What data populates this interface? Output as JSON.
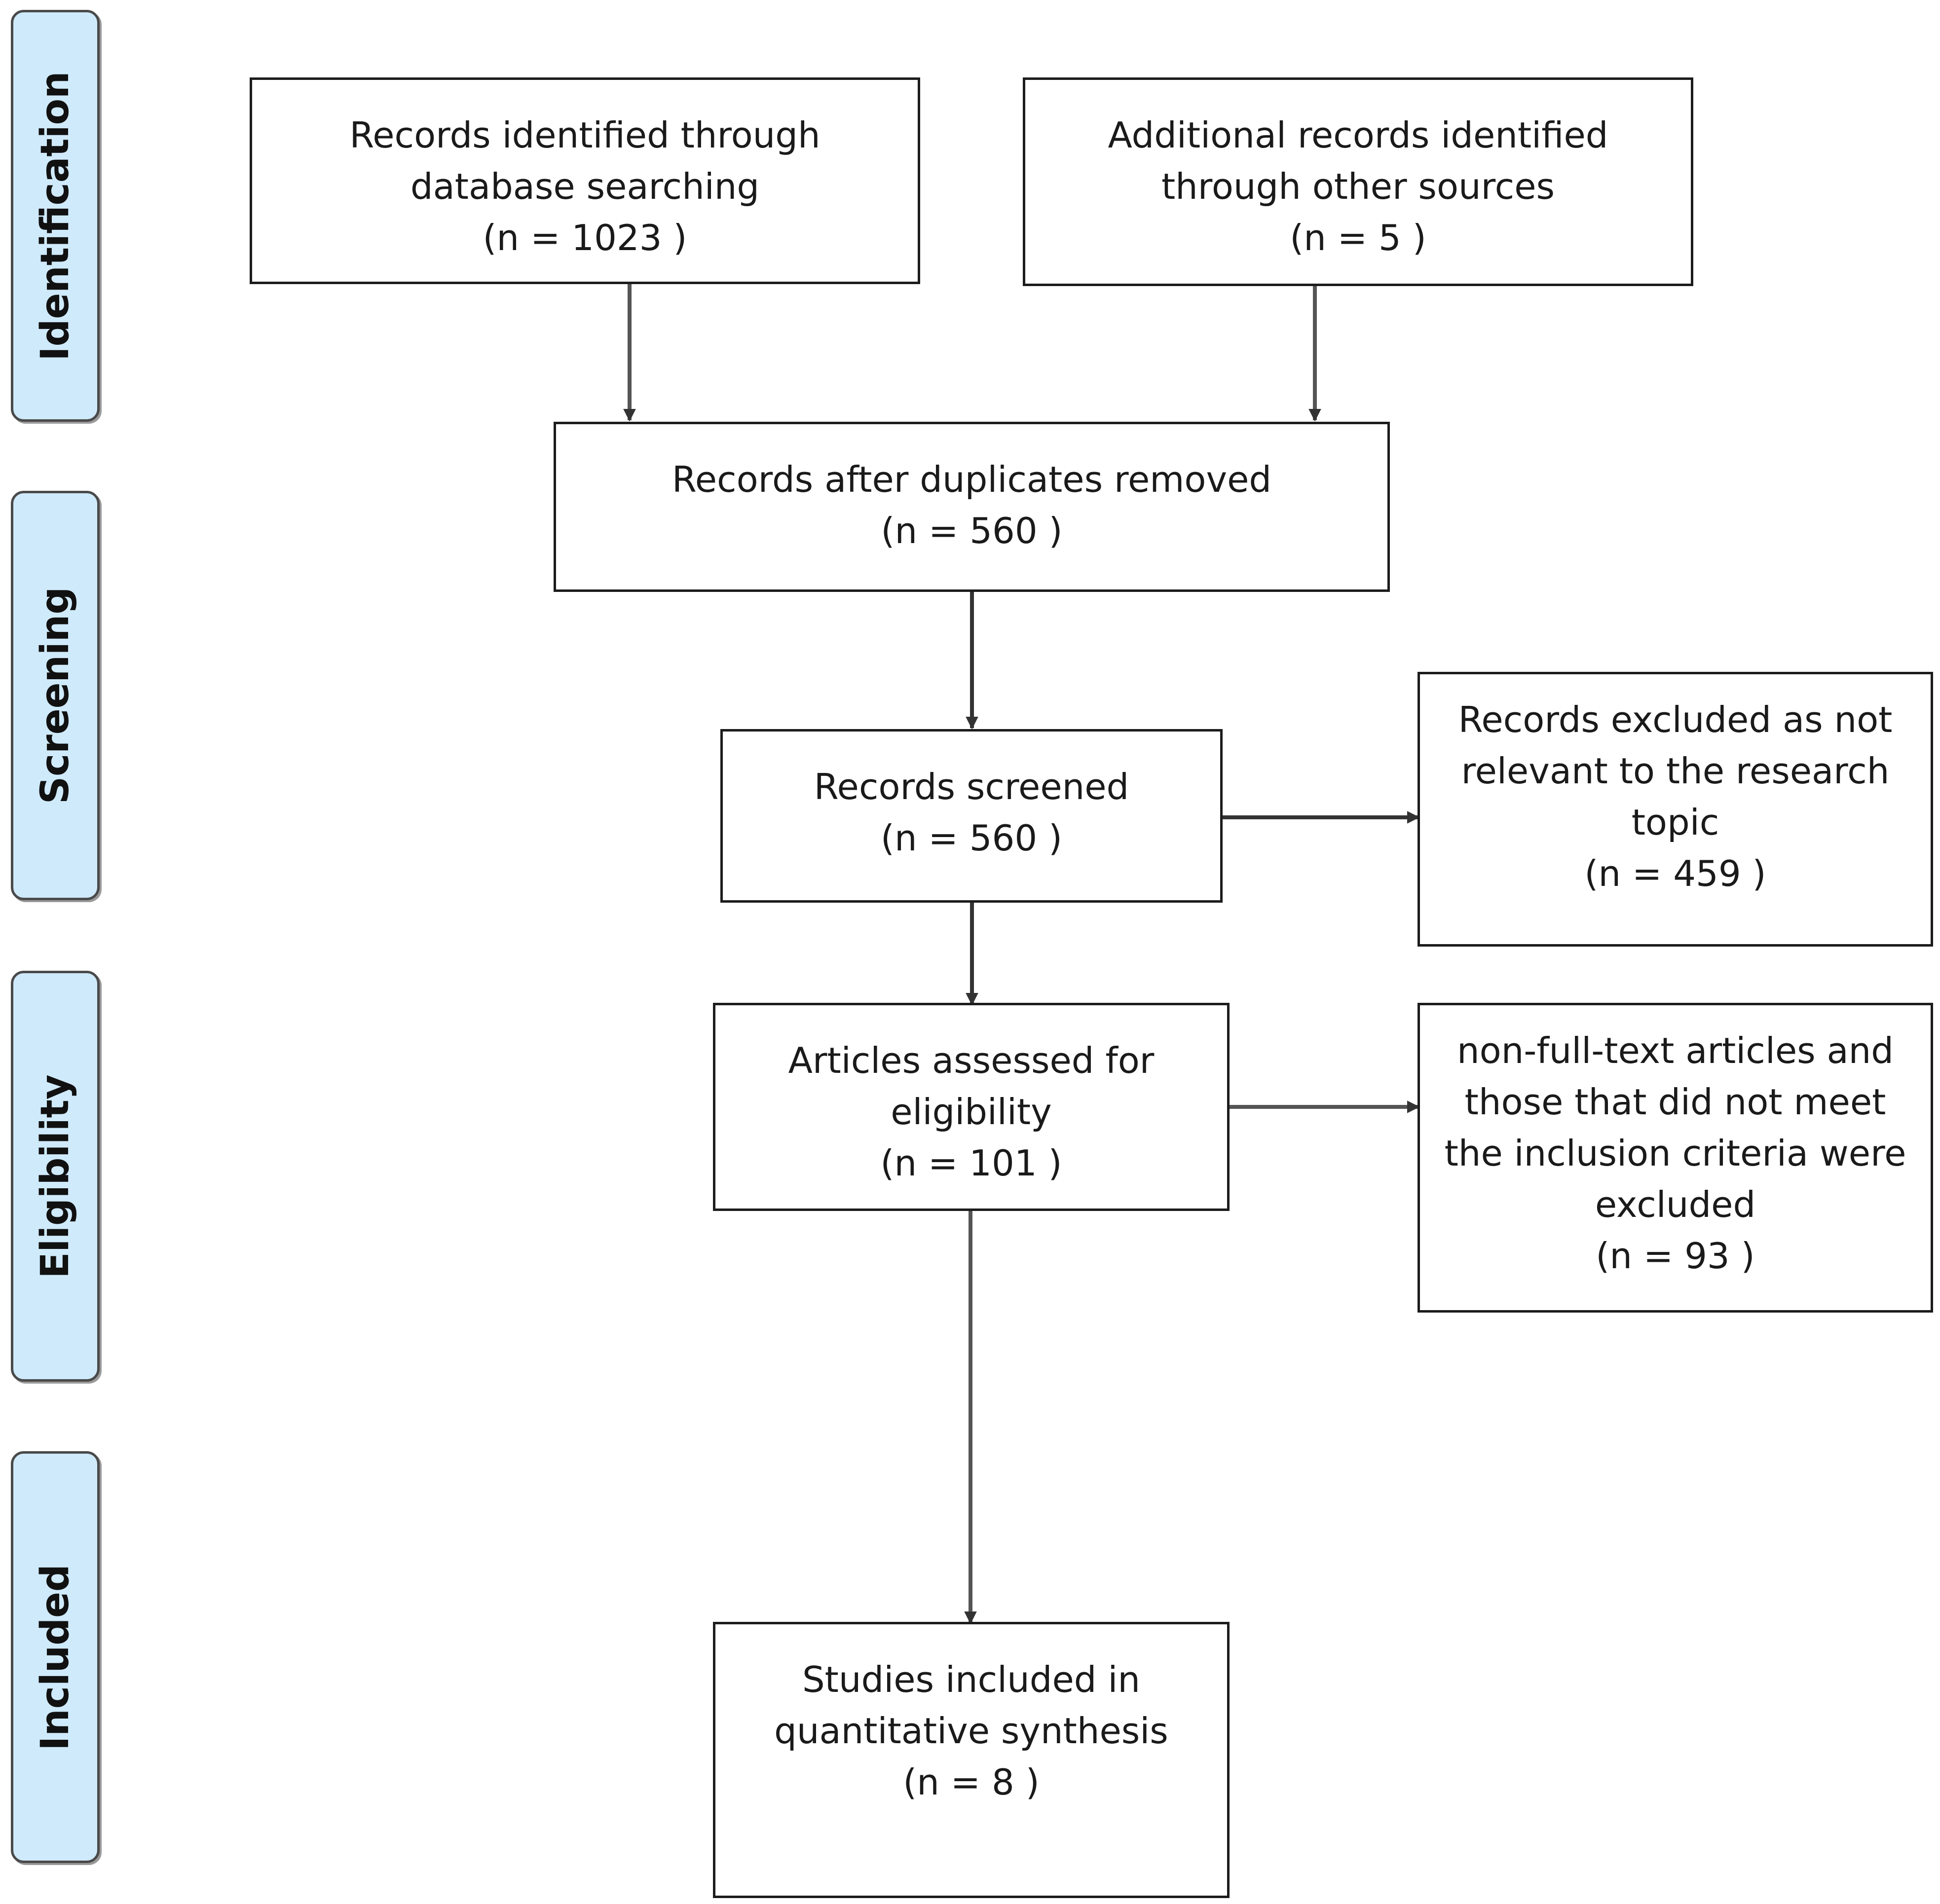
{
  "stages": [
    {
      "id": "identification",
      "label": "Identification"
    },
    {
      "id": "screening",
      "label": "Screening"
    },
    {
      "id": "eligibility",
      "label": "Eligibility"
    },
    {
      "id": "included",
      "label": "Included"
    }
  ],
  "boxes": {
    "database": {
      "lines": [
        "Records identified through",
        "database searching",
        "(n = 1023 )"
      ]
    },
    "other_sources": {
      "lines": [
        "Additional records identified",
        "through other sources",
        "(n = 5 )"
      ]
    },
    "duplicates_removed": {
      "lines": [
        "Records after duplicates removed",
        "(n = 560 )"
      ]
    },
    "screened": {
      "lines": [
        "Records screened",
        "(n =  560 )"
      ]
    },
    "excluded_not_relevant": {
      "lines": [
        "Records excluded as not",
        "relevant to the research",
        "topic",
        "(n = 459 )"
      ]
    },
    "assessed": {
      "lines": [
        "Articles assessed for",
        "eligibility",
        "(n = 101 )"
      ]
    },
    "excluded_full_text": {
      "lines": [
        "non-full-text articles and",
        "those that did not meet",
        "the inclusion criteria were",
        "excluded",
        "(n =  93 )"
      ]
    },
    "included": {
      "lines": [
        "Studies included in",
        "quantitative synthesis",
        "(n = 8 )"
      ]
    }
  },
  "colors": {
    "stage_fill": "#cfeafb",
    "stage_border": "#4a4a4a",
    "box_border": "#1c1c1c",
    "arrow": "#333333"
  }
}
